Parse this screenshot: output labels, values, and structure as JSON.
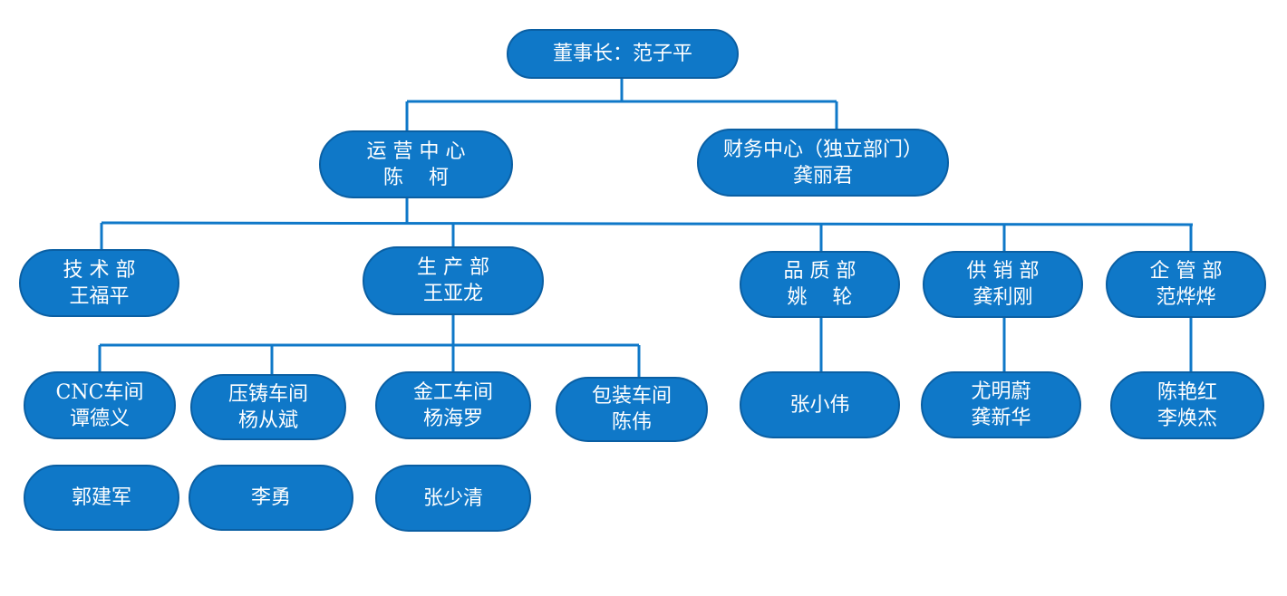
{
  "colors": {
    "node_fill": "#0f78c8",
    "node_border": "#0a5fa3",
    "connector": "#0f78c8",
    "text": "#ffffff"
  },
  "nodes": {
    "chairman": {
      "title": "董事长：范子平"
    },
    "operations": {
      "title": "运 营 中 心",
      "person": "陈    柯"
    },
    "finance": {
      "title": "财务中心（独立部门）",
      "person": "龚丽君"
    },
    "tech": {
      "title": "技 术 部",
      "person": "王福平"
    },
    "production": {
      "title": "生 产 部",
      "person": "王亚龙"
    },
    "quality": {
      "title": "品 质 部",
      "person": "姚    轮"
    },
    "supply": {
      "title": "供 销 部",
      "person": "龚利刚"
    },
    "management": {
      "title": "企 管 部",
      "person": "范烨烨"
    },
    "cnc": {
      "title": "CNC车间",
      "person": "谭德义"
    },
    "casting": {
      "title": "压铸车间",
      "person": "杨从斌"
    },
    "metalwork": {
      "title": "金工车间",
      "person": "杨海罗"
    },
    "packaging": {
      "title": "包装车间",
      "person": "陈伟"
    },
    "quality_staff": {
      "person": "张小伟"
    },
    "supply_staff": {
      "title": "尤明蔚",
      "person": "龚新华"
    },
    "management_staff": {
      "title": "陈艳红",
      "person": "李焕杰"
    },
    "cnc_staff": {
      "person": "郭建军"
    },
    "casting_staff": {
      "person": "李勇"
    },
    "metalwork_staff": {
      "person": "张少清"
    }
  }
}
